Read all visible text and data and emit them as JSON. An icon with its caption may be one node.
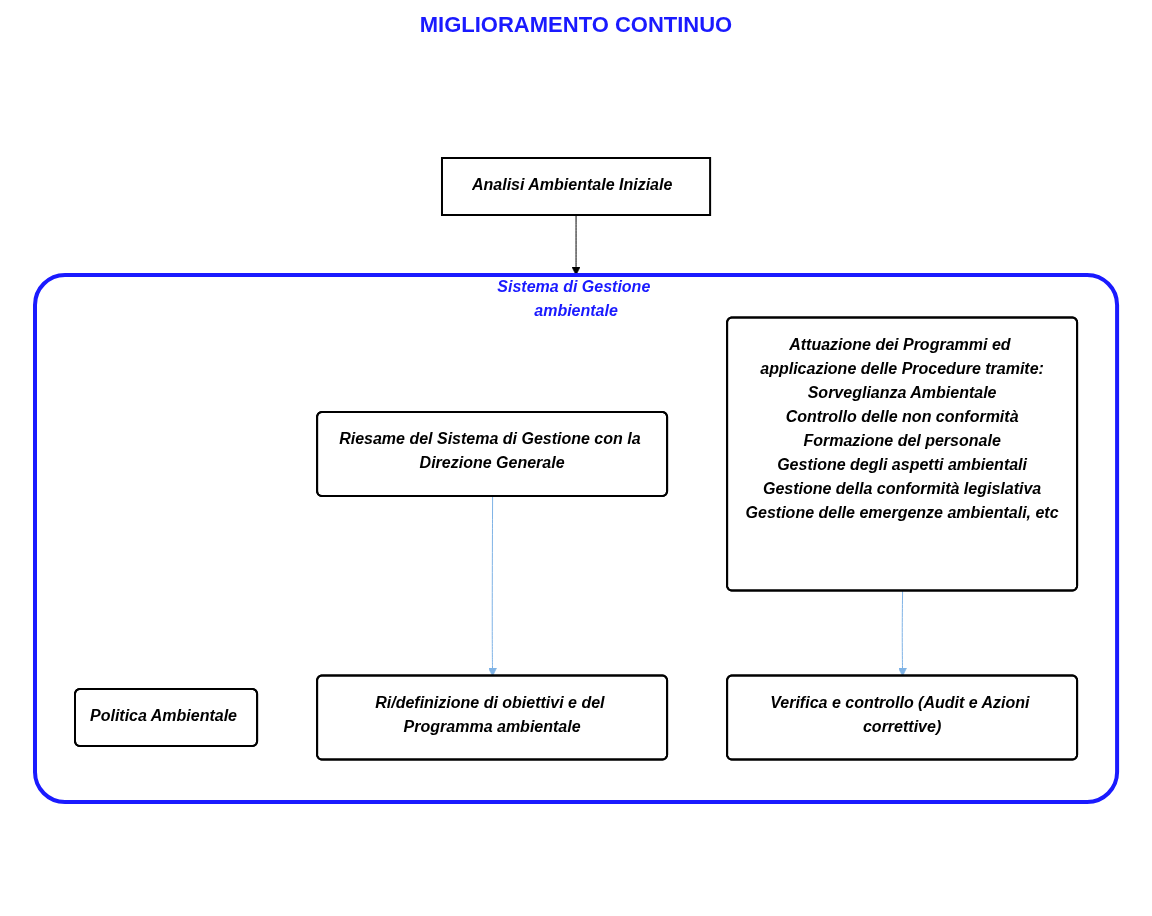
{
  "diagram": {
    "nodes": [
      {
        "text": [
          "Analisi Ambientale Iniziale"
        ]
      },
      {
        "text": [
          "Sistema di Gestione ambientale"
        ]
      },
      {
        "text": [
          "Politica Ambientale"
        ],
        "in": 1
      },
      {
        "text": [
          "Riesame del Sistema di Gestione con la Direzione Generale"
        ],
        "in": 1
      },
      {
        "text": [
          "Ri/definizione di obiettivi e del Programma ambientale"
        ],
        "in": 1
      },
      {
        "text": [
          "Verifica e controllo (Audit e Azioni correttive)"
        ],
        "in": 1
      },
      {
        "text": [
          "Attuazione dei Programmi ed applicazione delle Procedure tramite:",
          "Sorveglianza Ambientale",
          "Controllo delle non conformità",
          "Formazione del personale",
          "Gestione degli aspetti ambientali",
          "Gestione della conformità legislativa",
          "Gestione delle emergenze ambientali, etc"
        ],
        "in": 1
      }
    ],
    "edges": [
      {
        "from": 0,
        "to": 1,
        "arrow": "to",
        "color": "#000000"
      },
      {
        "from": 3,
        "to": 4,
        "arrow": "to",
        "color": "#7fb3e6"
      },
      {
        "from": 6,
        "to": 5,
        "arrow": "to",
        "color": "#7fb3e6"
      }
    ],
    "labels": [
      "MIGLIORAMENTO CONTINUO"
    ]
  }
}
